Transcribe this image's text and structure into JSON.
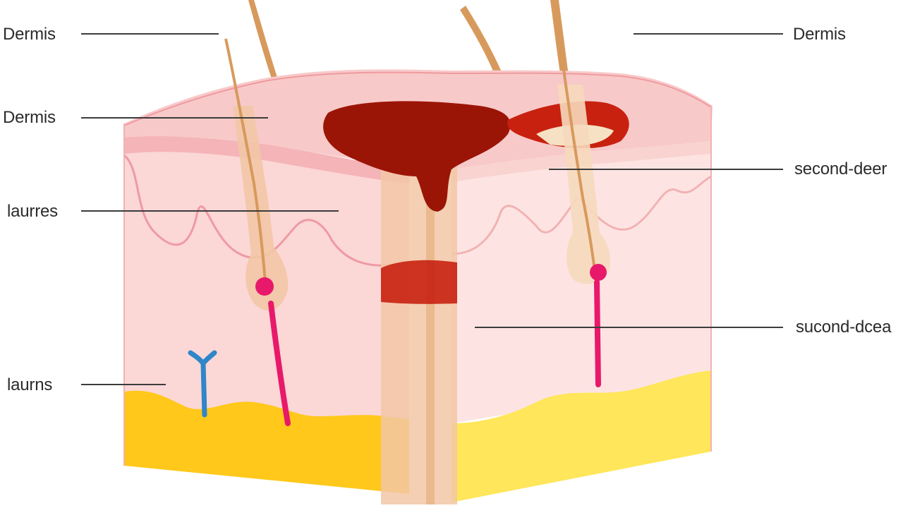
{
  "labels": {
    "top_left": "Dermis",
    "mid_left": "Dermis",
    "upper_left": "laurres",
    "lower_left": "laurns",
    "top_right": "Dermis",
    "mid_right": "second-deer",
    "lower_right": "sucond-dcea"
  },
  "colors": {
    "epidermis_top": "#f8c9c9",
    "epidermis_edge": "#ef9aa0",
    "dermis": "#fbd7d6",
    "dermis_light": "#fde4e3",
    "burn_dark": "#9b1506",
    "burn_red": "#c8210f",
    "hair": "#d79a5c",
    "hair_follicle": "#f2c7a6",
    "fat_dark": "#ffc81a",
    "fat_light": "#ffe65a",
    "nerve_pink": "#e8196a",
    "vessel_blue": "#2f86c8",
    "leader_line": "#3c3c3c"
  }
}
